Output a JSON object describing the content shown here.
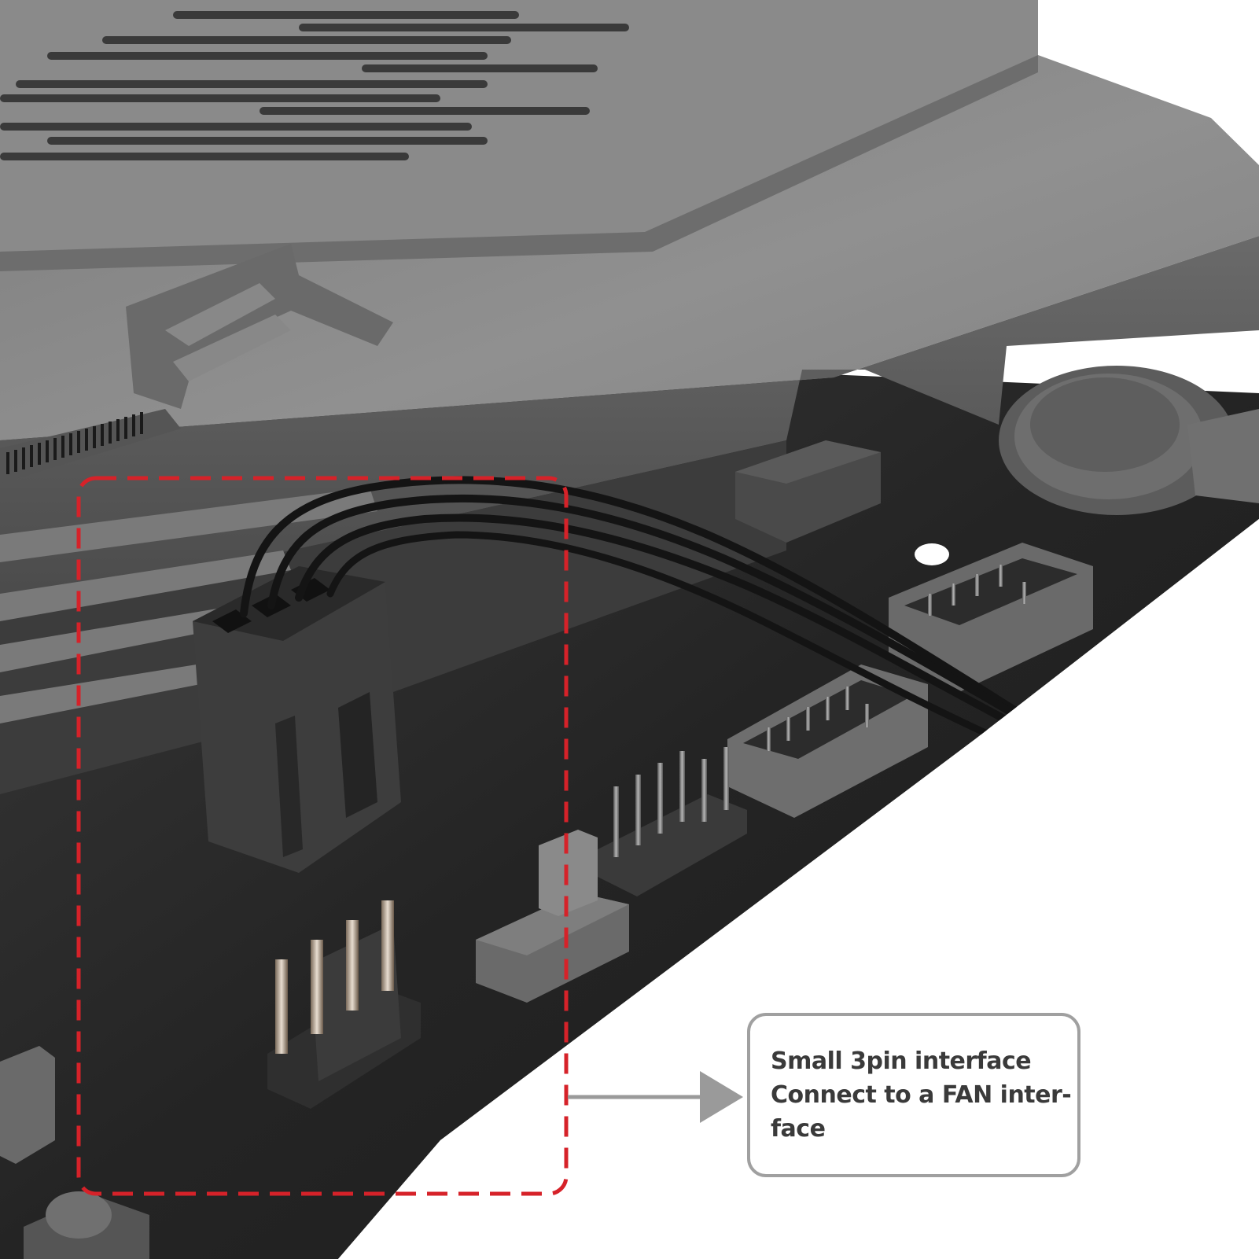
{
  "callout": {
    "line1": "Small 3pin interface",
    "line2": "Connect to a FAN inter-",
    "line3": "face"
  },
  "colors": {
    "highlight_dash": "#d62229",
    "arrow": "#9a9a9a",
    "callout_border": "#a0a0a0",
    "callout_text": "#3a3a3a",
    "cover_top": "#8e8e8e",
    "cover_face": "#5c5c5c",
    "board": "#2a2a2a",
    "connector": "#3f3f3f",
    "cable": "#151515"
  },
  "icons": {
    "pcie_slot": "pcie-slot-icon",
    "fan_plug": "fan-connector-icon",
    "fan_header": "three-pin-header-icon",
    "coin_battery": "cmos-battery-icon",
    "pin_header": "pin-header-icon",
    "box_header": "usb-header-icon",
    "switch": "slide-switch-icon"
  }
}
